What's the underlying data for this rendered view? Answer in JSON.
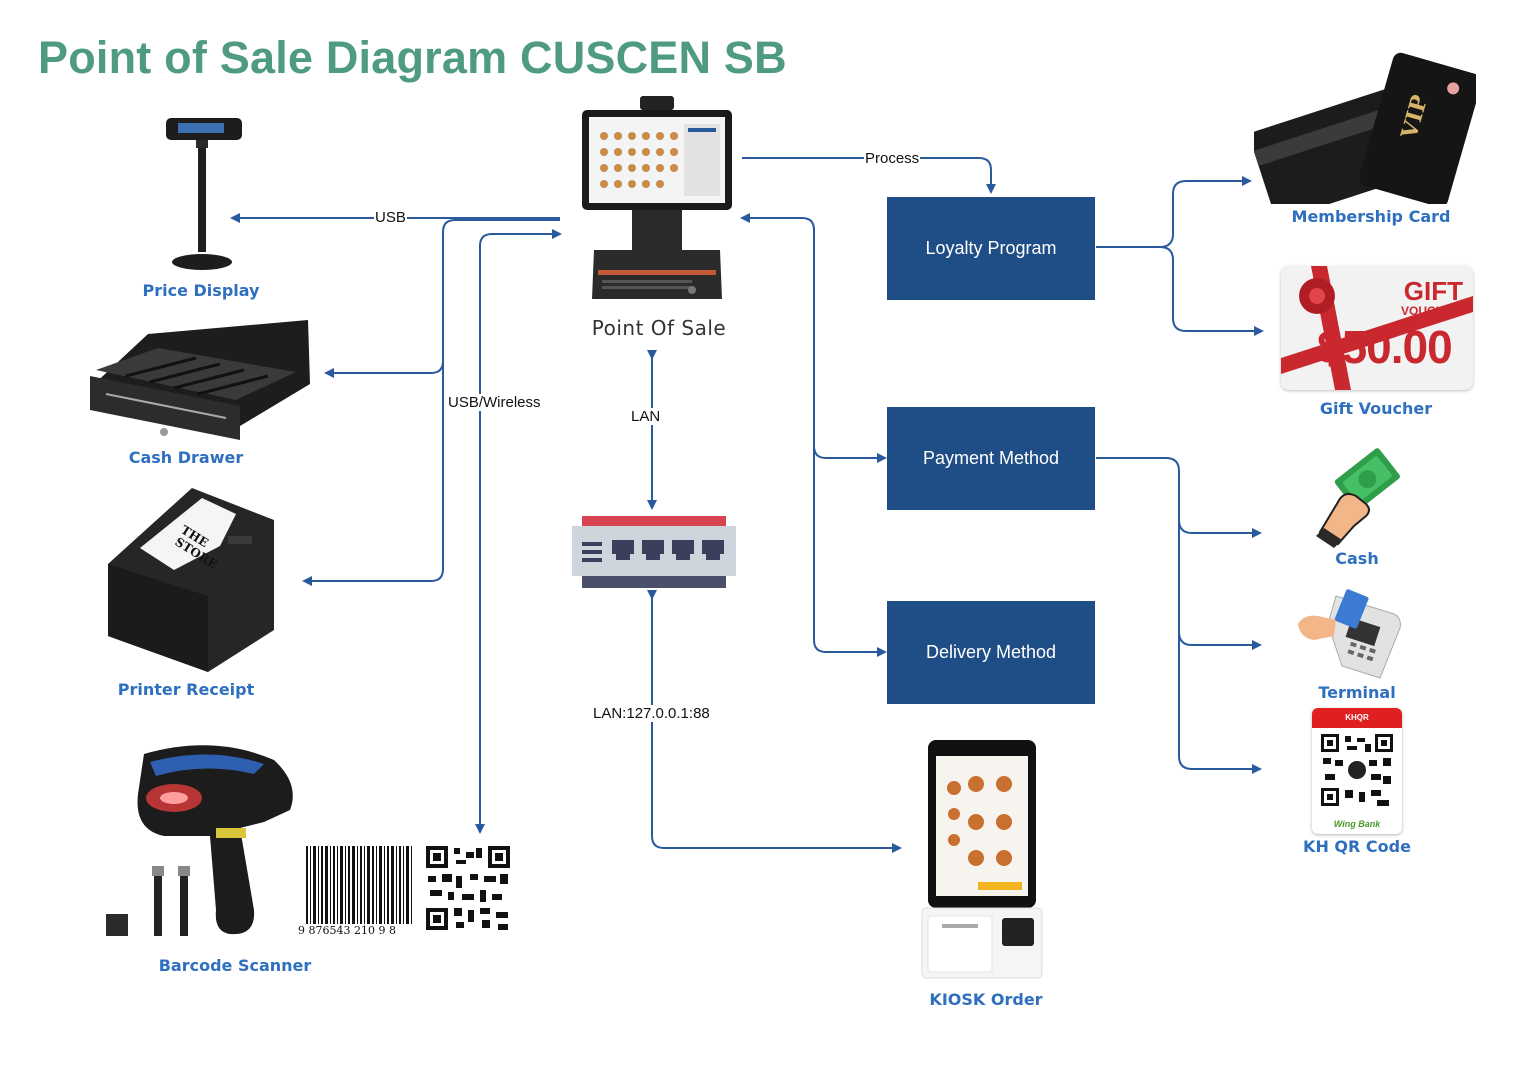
{
  "title": "Point of Sale Diagram CUSCEN SB",
  "center": {
    "label": "Point Of Sale"
  },
  "devices": {
    "price_display": "Price Display",
    "cash_drawer": "Cash Drawer",
    "printer_receipt": "Printer Receipt",
    "barcode_scanner": "Barcode Scanner",
    "barcode_number": "9 876543 210 9 8",
    "kiosk_order": "KIOSK Order"
  },
  "boxes": {
    "loyalty": "Loyalty Program",
    "payment": "Payment Method",
    "delivery": "Delivery Method"
  },
  "loyalty_items": {
    "membership": "Membership Card",
    "membership_vip": "VIP",
    "gift": "Gift Voucher",
    "gift_heading": "GIFT",
    "gift_sub": "VOUCHER",
    "gift_amount": "$50.00"
  },
  "payment_items": {
    "cash": "Cash",
    "terminal": "Terminal",
    "qr": "KH QR Code",
    "qr_header": "KHQR",
    "qr_footer": "Wing Bank"
  },
  "edges": {
    "usb": "USB",
    "usb_wireless": "USB/Wireless",
    "lan": "LAN",
    "lan_ip": "LAN:127.0.0.1:88",
    "process": "Process"
  },
  "colors": {
    "title": "#4f9a82",
    "box": "#1f4e87",
    "arrow": "#2a5a9e",
    "label": "#2e6fbf"
  }
}
